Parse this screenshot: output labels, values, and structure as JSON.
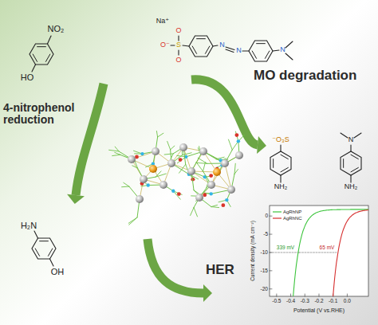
{
  "diagram": {
    "labels": [
      "Na⁺",
      "O⁻",
      "O",
      "S",
      "O",
      "N",
      "N",
      "N",
      "MO degradation",
      "NO₂",
      "HO",
      "4-nitrophenol reduction",
      "⁻O₃S",
      "NH₂",
      "N",
      "NH₂",
      "H₂N",
      "OH",
      "HER",
      "Current density (mA cm⁻²)",
      "0",
      "-5",
      "-10",
      "-15",
      "-20",
      "-0.5",
      "-0.4",
      "-0.3",
      "-0.2",
      "-0.1",
      "0.0",
      "339 mV",
      "65 mV",
      "Potential (V vs.RHE)"
    ],
    "legend": [
      {
        "text": "AgRhNP"
      },
      {
        "text": "AgRhNC"
      }
    ]
  }
}
